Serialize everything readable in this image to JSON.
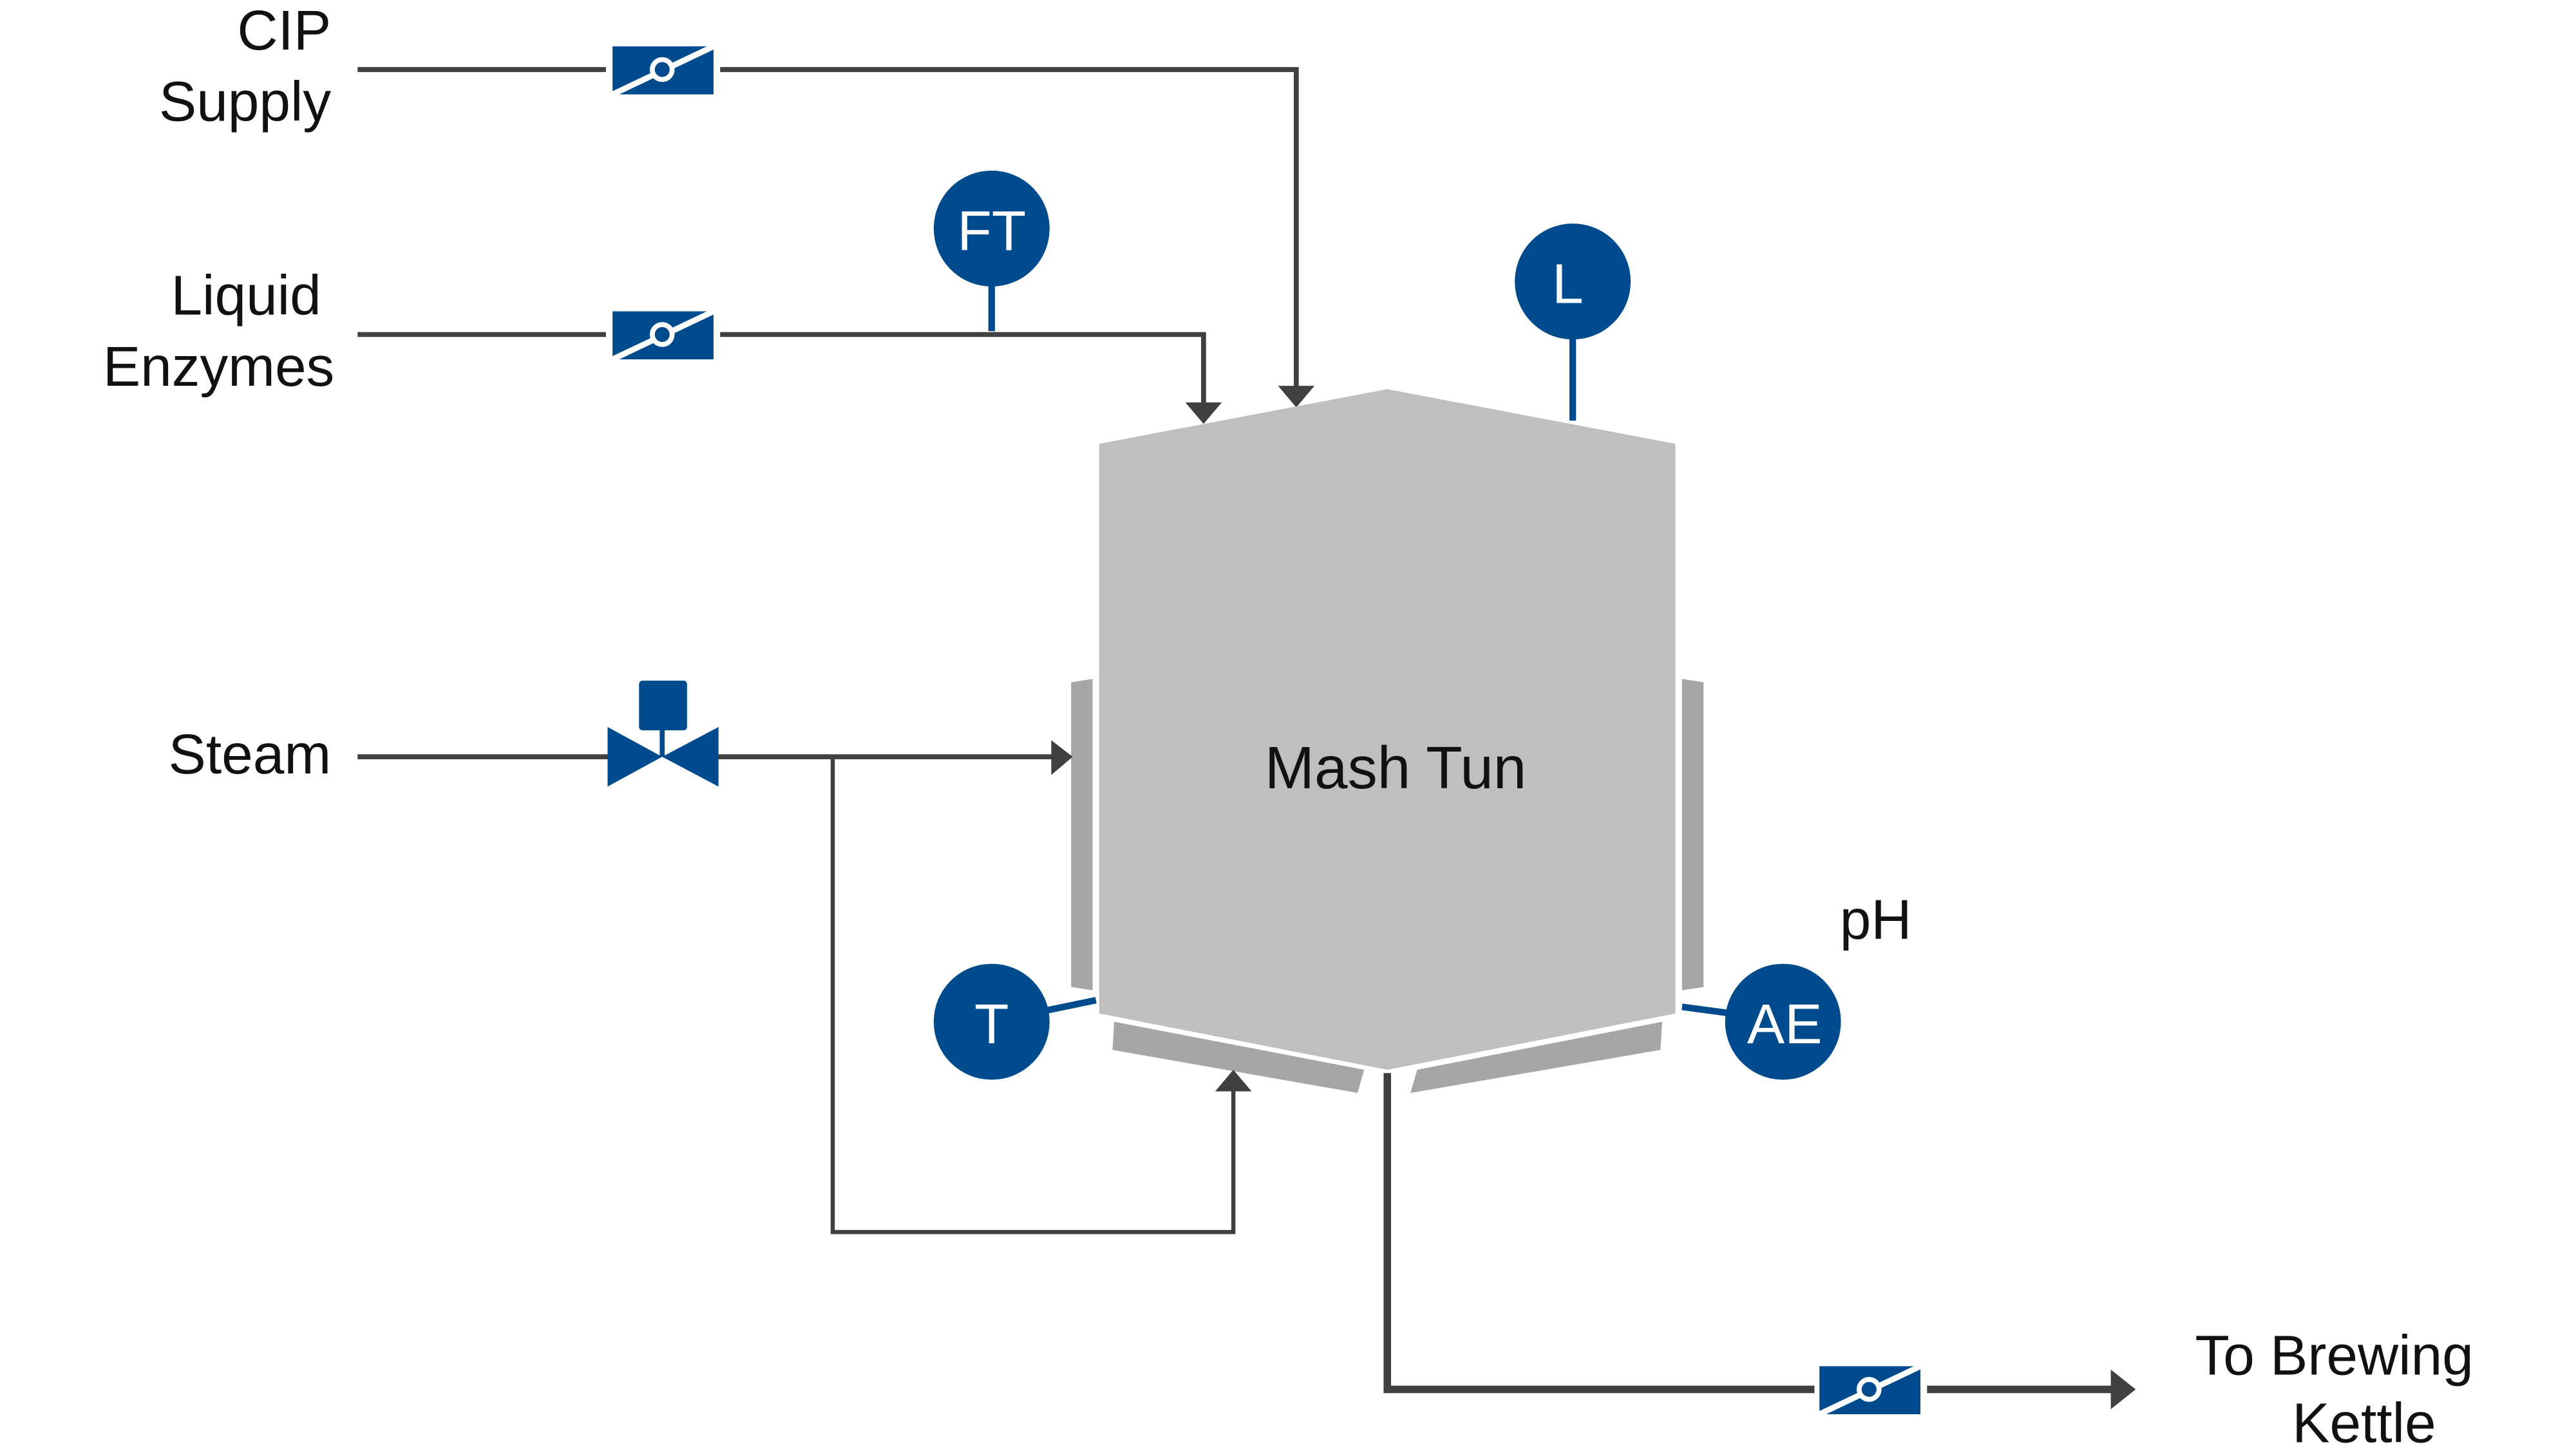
{
  "diagram": {
    "title": "Mash Tun",
    "colors": {
      "instrument": "#004b8d",
      "vessel": "#bfbfbf",
      "jacket": "#a6a6a6",
      "pipe": "#404040",
      "text": "#111111"
    },
    "inlets": [
      {
        "id": "cip",
        "line1": "CIP",
        "line2": "Supply",
        "valve": "butterfly-valve"
      },
      {
        "id": "enzymes",
        "line1": "Liquid",
        "line2": "Enzymes",
        "valve": "butterfly-valve"
      },
      {
        "id": "steam",
        "line1": "Steam",
        "valve": "control-valve"
      }
    ],
    "outlet": {
      "line1": "To Brewing",
      "line2": "Kettle",
      "valve": "butterfly-valve"
    },
    "vessel_label": "Mash Tun",
    "instruments": [
      {
        "id": "ft",
        "tag": "FT"
      },
      {
        "id": "l",
        "tag": "L"
      },
      {
        "id": "t",
        "tag": "T"
      },
      {
        "id": "ae",
        "tag": "AE",
        "note": "pH"
      }
    ]
  }
}
